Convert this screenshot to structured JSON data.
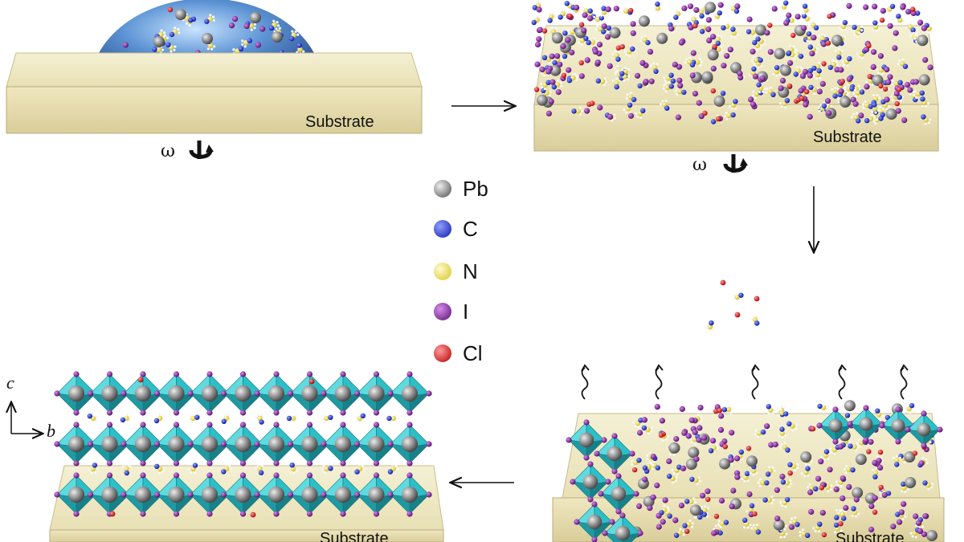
{
  "substrate_label": "Substrate",
  "omega": "ω",
  "legend": [
    {
      "key": "pb",
      "label": "Pb",
      "color": "#6b6b6b"
    },
    {
      "key": "c",
      "label": "C",
      "color": "#1f2fd6"
    },
    {
      "key": "n",
      "label": "N",
      "color": "#f2e23a"
    },
    {
      "key": "i",
      "label": "I",
      "color": "#7b1f8e"
    },
    {
      "key": "cl",
      "label": "Cl",
      "color": "#e01b1b"
    }
  ],
  "axes": {
    "vertical": "c",
    "horizontal": "b"
  },
  "colors": {
    "substrate_top": "#f1edc8",
    "substrate_front": "#e3d9a8",
    "substrate_edge": "#b9ad7c",
    "droplet": "#4f85c9",
    "octahedron": "#2cbfc7",
    "arrow": "#111111"
  }
}
